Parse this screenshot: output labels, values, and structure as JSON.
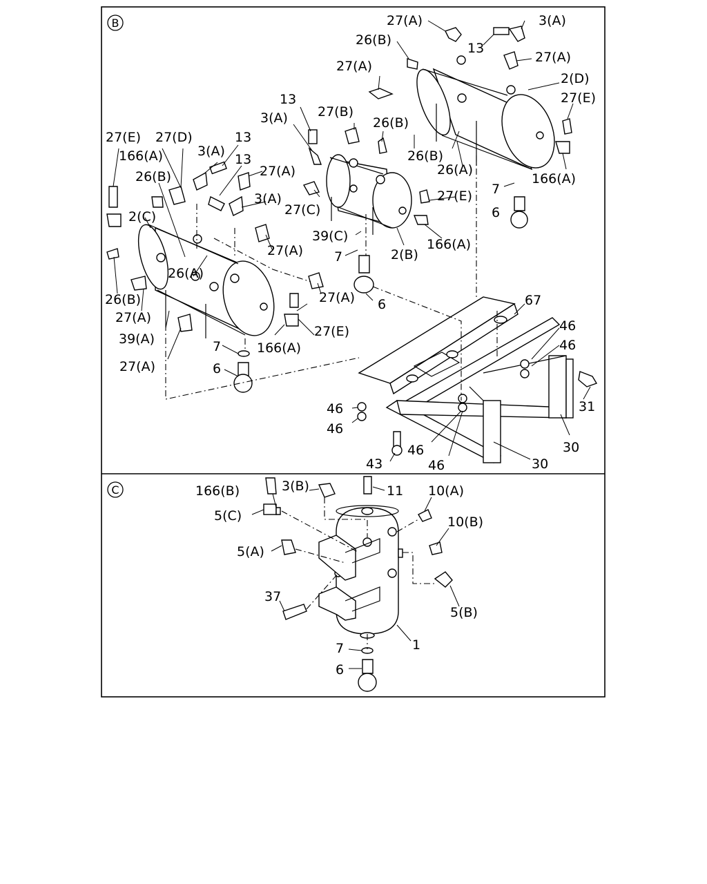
{
  "sections": {
    "upper": {
      "badge": "B"
    },
    "lower": {
      "badge": "C"
    }
  },
  "labels": {
    "u_27A_a": "27(A)",
    "u_3A_a": "3(A)",
    "u_26B_a": "26(B)",
    "u_13_a": "13",
    "u_27A_b": "27(A)",
    "u_27A_c": "27(A)",
    "u_2D": "2(D)",
    "u_27E_a": "27(E)",
    "u_13_b": "13",
    "u_27B": "27(B)",
    "u_3A_b": "3(A)",
    "u_26B_b": "26(B)",
    "u_27E_b": "27(E)",
    "u_27D": "27(D)",
    "u_13_c": "13",
    "u_166A_a": "166(A)",
    "u_3A_c": "3(A)",
    "u_13_d": "13",
    "u_27A_d": "27(A)",
    "u_26B_c": "26(B)",
    "u_26B_d": "26(B)",
    "u_26A_a": "26(A)",
    "u_166A_b": "166(A)",
    "u_7_a": "7",
    "u_6_a": "6",
    "u_3A_d": "3(A)",
    "u_27E_c": "27(E)",
    "u_27C": "27(C)",
    "u_2C": "2(C)",
    "u_39C": "39(C)",
    "u_166A_c": "166(A)",
    "u_27A_e": "27(A)",
    "u_7_b": "7",
    "u_2B": "2(B)",
    "u_26A_b": "26(A)",
    "u_26B_e": "26(B)",
    "u_27A_f": "27(A)",
    "u_6_b": "6",
    "u_67": "67",
    "u_27A_g": "27(A)",
    "u_27E_d": "27(E)",
    "u_39A": "39(A)",
    "u_166A_d": "166(A)",
    "u_46_a": "46",
    "u_46_b": "46",
    "u_7_c": "7",
    "u_27A_h": "27(A)",
    "u_6_c": "6",
    "u_31": "31",
    "u_46_c": "46",
    "u_46_d": "46",
    "u_30_a": "30",
    "u_46_e": "46",
    "u_46_f": "46",
    "u_43": "43",
    "u_30_b": "30",
    "l_166B": "166(B)",
    "l_3B": "3(B)",
    "l_11": "11",
    "l_10A": "10(A)",
    "l_5C": "5(C)",
    "l_10B": "10(B)",
    "l_5A": "5(A)",
    "l_37": "37",
    "l_5B": "5(B)",
    "l_1": "1",
    "l_7": "7",
    "l_6": "6"
  }
}
